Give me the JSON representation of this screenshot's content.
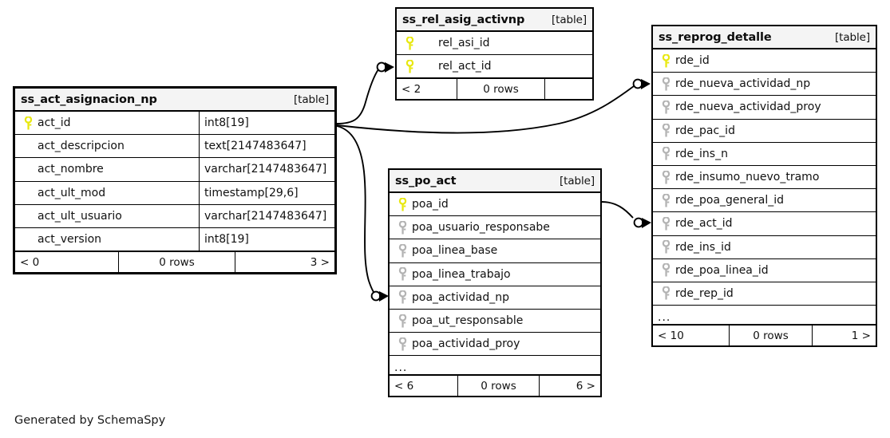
{
  "diagram": {
    "credit": "Generated by SchemaSpy",
    "table_type_label": "[table]",
    "ellipsis": "...",
    "colors": {
      "primary_key": "#e8e80f",
      "foreign_key": "#b3b3b3",
      "header_background": "#f4f4f4",
      "border": "#000000",
      "page_background": "#ffffff"
    }
  },
  "tables": [
    {
      "id": "ss_act_asignacion_np",
      "name": "ss_act_asignacion_np",
      "type_label": "[table]",
      "columns": [
        {
          "key": "primary",
          "name": "act_id",
          "type": "int8[19]"
        },
        {
          "key": "none",
          "name": "act_descripcion",
          "type": "text[2147483647]"
        },
        {
          "key": "none",
          "name": "act_nombre",
          "type": "varchar[2147483647]"
        },
        {
          "key": "none",
          "name": "act_ult_mod",
          "type": "timestamp[29,6]"
        },
        {
          "key": "none",
          "name": "act_ult_usuario",
          "type": "varchar[2147483647]"
        },
        {
          "key": "none",
          "name": "act_version",
          "type": "int8[19]"
        }
      ],
      "footer": {
        "left": "< 0",
        "center": "0 rows",
        "right": "3 >"
      }
    },
    {
      "id": "ss_rel_asig_activnp",
      "name": "ss_rel_asig_activnp",
      "type_label": "[table]",
      "columns": [
        {
          "key": "primary",
          "name": "rel_asi_id",
          "type": ""
        },
        {
          "key": "primary",
          "name": "rel_act_id",
          "type": ""
        }
      ],
      "footer": {
        "left": "< 2",
        "center": "0 rows",
        "right": ""
      }
    },
    {
      "id": "ss_reprog_detalle",
      "name": "ss_reprog_detalle",
      "type_label": "[table]",
      "columns": [
        {
          "key": "primary",
          "name": "rde_id",
          "type": ""
        },
        {
          "key": "foreign",
          "name": "rde_nueva_actividad_np",
          "type": ""
        },
        {
          "key": "foreign",
          "name": "rde_nueva_actividad_proy",
          "type": ""
        },
        {
          "key": "foreign",
          "name": "rde_pac_id",
          "type": ""
        },
        {
          "key": "foreign",
          "name": "rde_ins_n",
          "type": ""
        },
        {
          "key": "foreign",
          "name": "rde_insumo_nuevo_tramo",
          "type": ""
        },
        {
          "key": "foreign",
          "name": "rde_poa_general_id",
          "type": ""
        },
        {
          "key": "foreign",
          "name": "rde_act_id",
          "type": ""
        },
        {
          "key": "foreign",
          "name": "rde_ins_id",
          "type": ""
        },
        {
          "key": "foreign",
          "name": "rde_poa_linea_id",
          "type": ""
        },
        {
          "key": "foreign",
          "name": "rde_rep_id",
          "type": ""
        }
      ],
      "has_more": true,
      "footer": {
        "left": "< 10",
        "center": "0 rows",
        "right": "1 >"
      }
    },
    {
      "id": "ss_po_act",
      "name": "ss_po_act",
      "type_label": "[table]",
      "columns": [
        {
          "key": "primary",
          "name": "poa_id",
          "type": ""
        },
        {
          "key": "foreign",
          "name": "poa_usuario_responsabe",
          "type": ""
        },
        {
          "key": "foreign",
          "name": "poa_linea_base",
          "type": ""
        },
        {
          "key": "foreign",
          "name": "poa_linea_trabajo",
          "type": ""
        },
        {
          "key": "foreign",
          "name": "poa_actividad_np",
          "type": ""
        },
        {
          "key": "foreign",
          "name": "poa_ut_responsable",
          "type": ""
        },
        {
          "key": "foreign",
          "name": "poa_actividad_proy",
          "type": ""
        }
      ],
      "has_more": true,
      "footer": {
        "left": "< 6",
        "center": "0 rows",
        "right": "6 >"
      }
    }
  ],
  "relationships": [
    {
      "from_table": "ss_act_asignacion_np",
      "from_column": "act_id",
      "to_table": "ss_rel_asig_activnp",
      "to_column": "rel_act_id"
    },
    {
      "from_table": "ss_act_asignacion_np",
      "from_column": "act_id",
      "to_table": "ss_reprog_detalle",
      "to_column": "rde_nueva_actividad_np"
    },
    {
      "from_table": "ss_act_asignacion_np",
      "from_column": "act_id",
      "to_table": "ss_po_act",
      "to_column": "poa_actividad_np"
    },
    {
      "from_table": "ss_po_act",
      "from_column": "poa_id",
      "to_table": "ss_reprog_detalle",
      "to_column": "rde_act_id"
    }
  ]
}
